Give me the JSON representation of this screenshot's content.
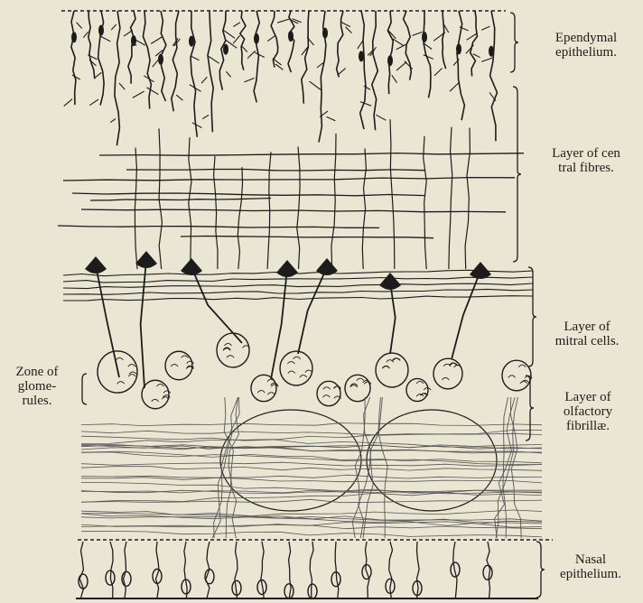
{
  "labels": {
    "ependymal": {
      "line1": "Ependymal",
      "line2": "epithelium."
    },
    "central": {
      "line1": "Layer of cen",
      "line2": "tral fibres."
    },
    "mitral": {
      "line1": "Layer of",
      "line2": "mitral cells."
    },
    "olfactory": {
      "line1": "Layer of",
      "line2": "olfactory",
      "line3": "fibrillæ."
    },
    "glomerules": {
      "line1": "Zone of",
      "line2": "glome-",
      "line3": "rules."
    },
    "nasal": {
      "line1": "Nasal",
      "line2": "epithelium."
    }
  },
  "colors": {
    "background": "#eae6d4",
    "ink": "#1c1c1c",
    "fibre": "#555555"
  }
}
